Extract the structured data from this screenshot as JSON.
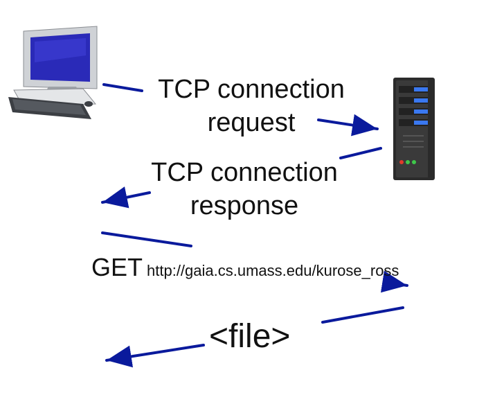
{
  "messages": {
    "tcp_request": {
      "line1": "TCP connection",
      "line2": "request"
    },
    "tcp_response": {
      "line1": "TCP connection",
      "line2": "response"
    },
    "http_get": {
      "verb": "GET",
      "url": "http://gaia.cs.umass.edu/kurose_ross"
    },
    "file_response": {
      "text": "<file>"
    }
  },
  "colors": {
    "arrow": "#0a1a9c",
    "text": "#111111",
    "server_body": "#2b2b2b",
    "server_led_blue": "#3a78f0",
    "monitor_screen": "#2a2ab8"
  },
  "icons": {
    "client": "desktop-computer-icon",
    "server": "server-tower-icon"
  }
}
